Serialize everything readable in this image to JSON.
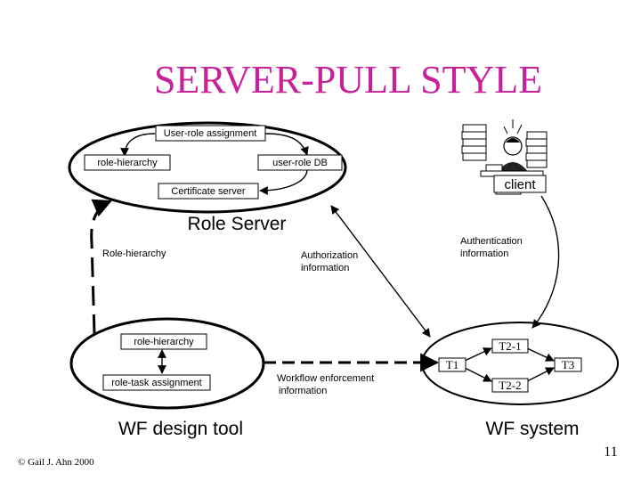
{
  "title": "SERVER-PULL STYLE",
  "role_server": {
    "name": "Role Server",
    "user_role_assignment": "User-role assignment",
    "role_hierarchy": "role-hierarchy",
    "user_role_db": "user-role DB",
    "certificate_server": "Certificate server"
  },
  "client": {
    "label": "client"
  },
  "labels": {
    "role_hierarchy": "Role-hierarchy",
    "authorization_information": [
      "Authorization",
      "information"
    ],
    "authentication_information": [
      "Authentication",
      "information"
    ],
    "workflow_enforcement_information": [
      "Workflow enforcement",
      "information"
    ]
  },
  "wf_design_tool": {
    "name": "WF design tool",
    "role_hierarchy": "role-hierarchy",
    "role_task_assignment": "role-task assignment"
  },
  "wf_system": {
    "name": "WF system",
    "tasks": [
      "T1",
      "T2-1",
      "T2-2",
      "T3"
    ]
  },
  "footer": {
    "copyright": "© Gail J. Ahn 2000",
    "page_number": "11"
  }
}
